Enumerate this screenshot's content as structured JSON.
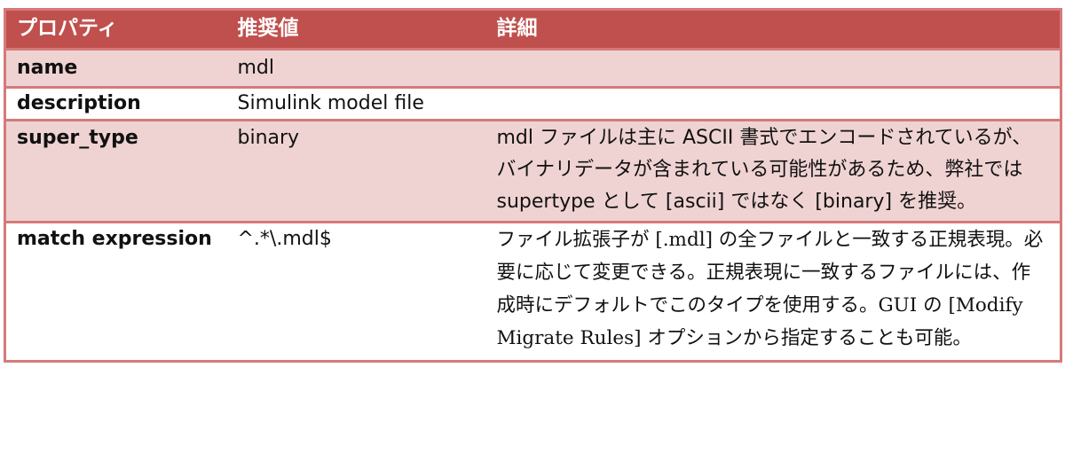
{
  "table": {
    "header": {
      "property": "プロパティ",
      "recommended": "推奨値",
      "details": "詳細"
    },
    "rows": [
      {
        "property": "name",
        "recommended": "mdl",
        "details": ""
      },
      {
        "property": "description",
        "recommended": "Simulink model file",
        "details": ""
      },
      {
        "property": "super_type",
        "recommended": "binary",
        "details": "mdl ファイルは主に ASCII 書式でエンコードされているが、バイナリデータが含まれている可能性があるため、弊社では supertype として [ascii] ではなく [binary] を推奨。"
      },
      {
        "property": "match expression",
        "recommended": "^.*\\.mdl$",
        "details": "ファイル拡張子が [.mdl] の全ファイルと一致する正規表現。必要に応じて変更できる。正規表現に一致するファイルには、作成時にデフォルトでこのタイプを使用する。GUI の [Modify Migrate Rules] オプションから指定することも可能。"
      }
    ]
  },
  "colors": {
    "header_bg": "#c0504d",
    "header_text": "#ffffff",
    "shaded_row_bg": "#efd3d2",
    "border": "#d57a7a"
  }
}
